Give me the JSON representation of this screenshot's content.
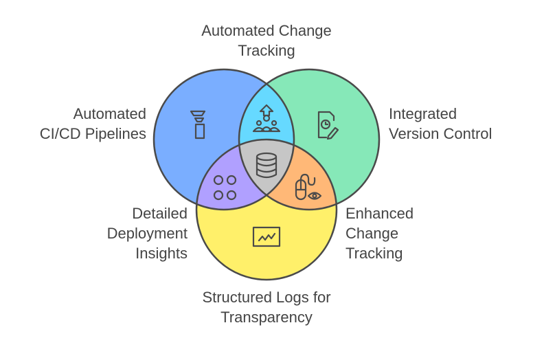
{
  "labels": {
    "top": "Automated Change\nTracking",
    "left": "Automated\nCI/CD Pipelines",
    "right": "Integrated\nVersion Control",
    "bottom_left": "Detailed\nDeployment\nInsights",
    "bottom_right": "Enhanced\nChange\nTracking",
    "bottom": "Structured Logs for\nTransparency"
  },
  "icons": {
    "blue": "funnel-icon",
    "green": "document-clock-edit-icon",
    "yellow": "chart-line-icon",
    "blue_green": "team-growth-icon",
    "blue_yellow": "grid-circles-icon",
    "green_yellow": "mouse-eye-icon",
    "center": "database-icon"
  },
  "colors": {
    "blue": "#7aaeff",
    "green": "#86e8b8",
    "yellow": "#fff06a",
    "blue_green": "#66d9ff",
    "blue_yellow": "#b0a0ff",
    "green_yellow": "#ffb877",
    "center": "#c6c6c6",
    "stroke": "#4a4a4a"
  }
}
